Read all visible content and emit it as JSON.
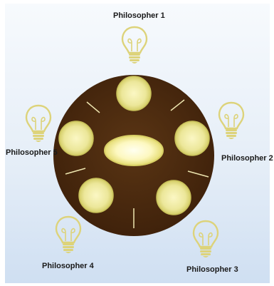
{
  "philosophers": [
    {
      "label": "Philosopher 1"
    },
    {
      "label": "Philosopher 2"
    },
    {
      "label": "Philosopher 3"
    },
    {
      "label": "Philosopher 4"
    },
    {
      "label": "Philosopher 5"
    }
  ],
  "colors": {
    "table": "#4a2a10",
    "plate_fill": "#e6e18a",
    "plate_rim": "#cdc75e",
    "bulb": "#e1d87c",
    "chopstick": "#eee6b0",
    "bowl": "#fffbd2"
  },
  "icons": {
    "philosopher": "lightbulb-icon",
    "plate": "plate",
    "chopstick": "chopstick",
    "bowl": "rice-bowl"
  }
}
